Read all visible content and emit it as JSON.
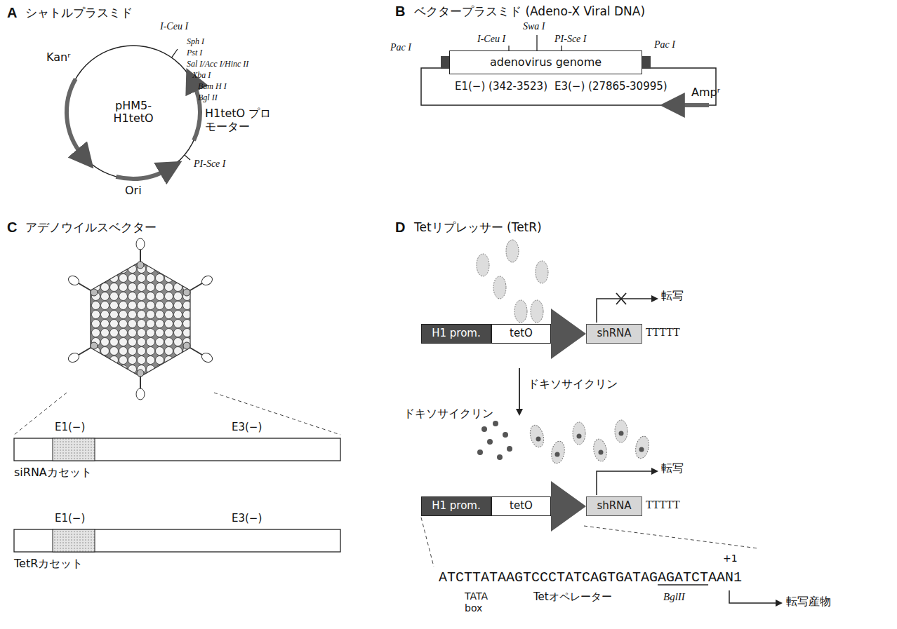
{
  "diagram": {
    "nodes": [
      {
        "text": [
          "pHM5- H1tetO"
        ]
      },
      {
        "text": [
          "adenovirus genome"
        ]
      },
      {
        "text": [
          "H1 prom."
        ]
      },
      {
        "text": [
          "tetO"
        ]
      },
      {
        "text": [
          "shRNA"
        ]
      },
      {
        "text": [
          "H1 prom."
        ]
      },
      {
        "text": [
          "tetO"
        ]
      },
      {
        "text": [
          "shRNA"
        ]
      }
    ],
    "labels": [
      "A",
      "シャトルプラスミド",
      "I-Ceu I",
      "Sph I",
      "Pst I",
      "Sal I/Acc I/Hinc II",
      "Xba I",
      "Bam H I",
      "Bgl II",
      "H1tetO プロモーター",
      "Kanʳ",
      "Ori",
      "PI-Sce I",
      "B",
      "ベクタープラスミド (Adeno-X Viral DNA)",
      "Swa I",
      "I-Ceu I",
      "PI-Sce I",
      "Pac I",
      "Pac I",
      "E1(−) (342-3523)",
      "E3(−) (27865-30995)",
      "Ampʳ",
      "C",
      "アデノウイルスベクター",
      "E1(−)",
      "E3(−)",
      "siRNAカセット",
      "E1(−)",
      "E3(−)",
      "TetRカセット",
      "D",
      "Tetリプレッサー (TetR)",
      "転写",
      "TTTTT",
      "ドキソサイクリン",
      "ドキソサイクリン",
      "転写",
      "TTTTT",
      "+1",
      "ATCTTATAAGTCCCTATCAGTGATAGAGATCTAAN1",
      "TATA box",
      "Tetオペレーター",
      "BglII",
      "転写産物"
    ]
  }
}
